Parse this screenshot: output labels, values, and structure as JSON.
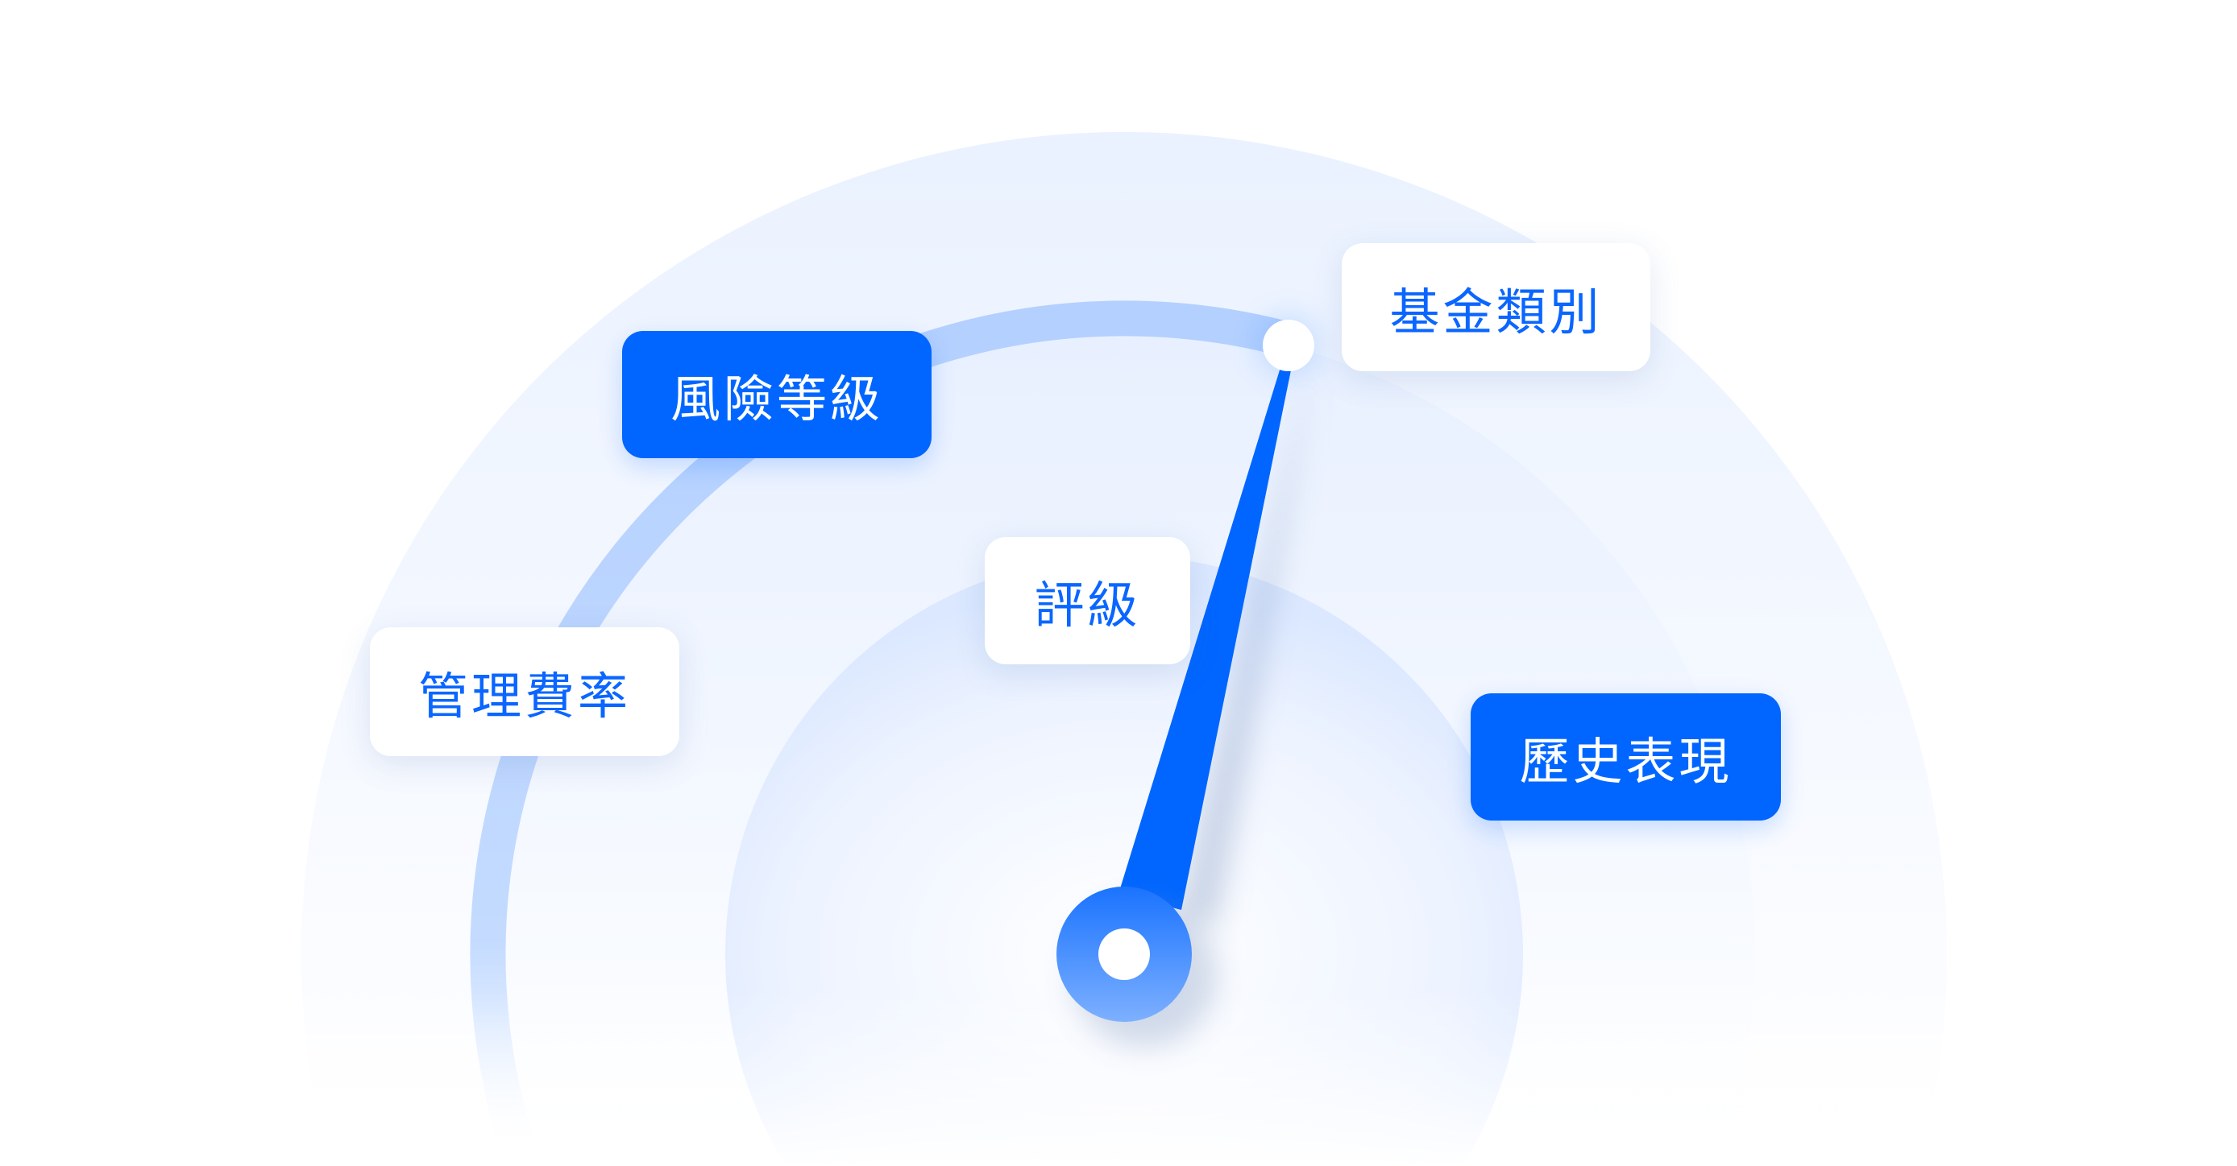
{
  "labels": {
    "risk_level": "風險等級",
    "fund_category": "基金類別",
    "rating": "評級",
    "management_fee": "管理費率",
    "historical_performance": "歷史表現"
  },
  "colors": {
    "accent": "#0066ff",
    "track": "#b9d4ff",
    "background_ring": "#eef4ff"
  }
}
